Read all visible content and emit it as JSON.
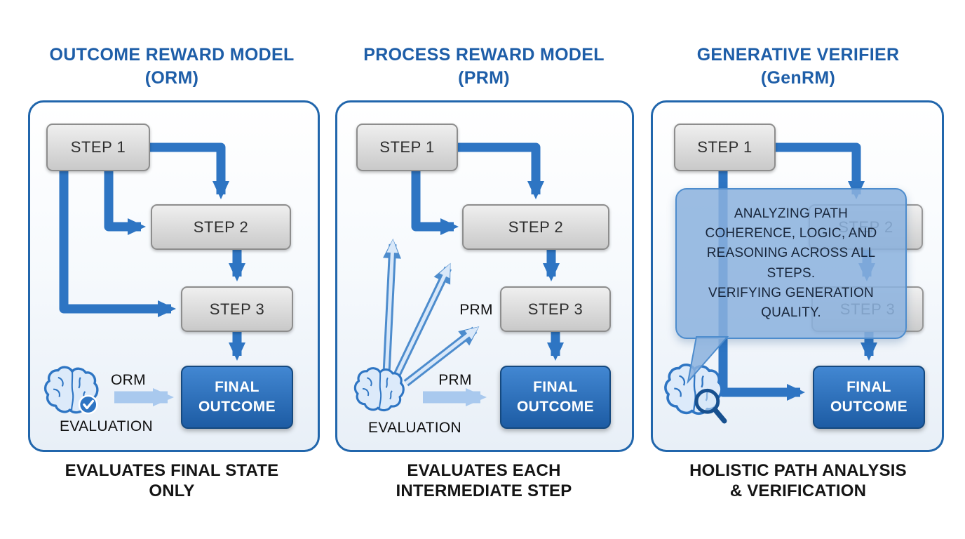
{
  "diagram": {
    "panels": [
      {
        "title": "OUTCOME REWARD MODEL\n(ORM)",
        "steps": [
          "STEP 1",
          "STEP 2",
          "STEP 3"
        ],
        "final_outcome": "FINAL OUTCOME",
        "model_label": "ORM",
        "evaluation_label": "EVALUATION",
        "caption": "EVALUATES FINAL STATE\nONLY"
      },
      {
        "title": "PROCESS REWARD MODEL\n(PRM)",
        "steps": [
          "STEP 1",
          "STEP 2",
          "STEP 3"
        ],
        "final_outcome": "FINAL OUTCOME",
        "model_label_upper": "PRM",
        "model_label_lower": "PRM",
        "evaluation_label": "EVALUATION",
        "caption": "EVALUATES EACH\nINTERMEDIATE STEP"
      },
      {
        "title": "GENERATIVE VERIFIER\n(GenRM)",
        "steps": [
          "STEP 1",
          "STEP 2",
          "STEP 3"
        ],
        "final_outcome": "FINAL OUTCOME",
        "bubble_text": "ANALYZING PATH\nCOHERENCE, LOGIC, AND\nREASONING ACROSS ALL\nSTEPS.\nVERIFYING GENERATION\nQUALITY.",
        "caption": "HOLISTIC PATH ANALYSIS\n& VERIFICATION"
      }
    ],
    "colors": {
      "title_blue": "#1e5ea8",
      "arrow_blue": "#2e75c3",
      "light_arrow_blue": "#a9c9ee",
      "step_gray": "#d9d9d9",
      "final_box_blue": "#2a6cb8",
      "bubble_blue": "#8bb1dd"
    },
    "icons": [
      "brain-check-icon",
      "brain-icon",
      "brain-magnifier-icon"
    ]
  }
}
